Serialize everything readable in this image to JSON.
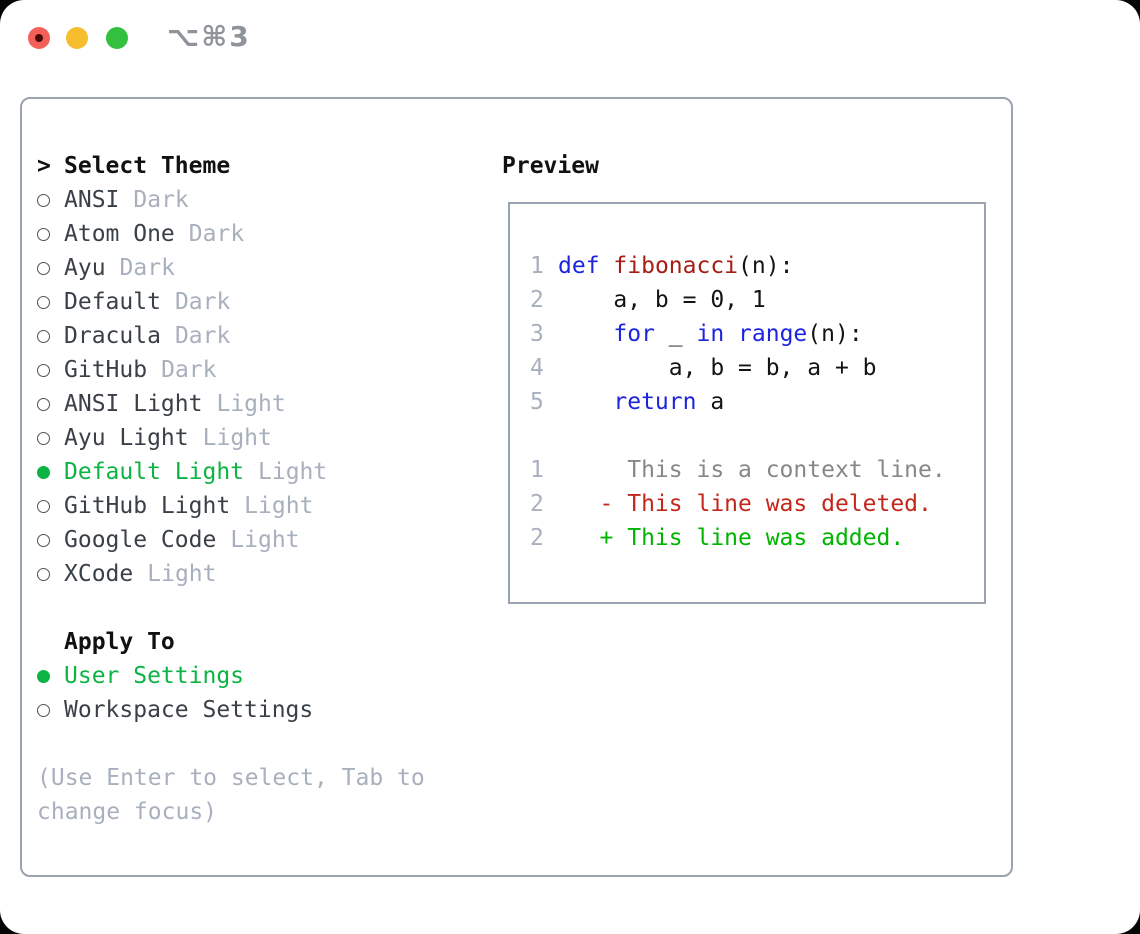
{
  "titlebar": {
    "shortcut": "⌥⌘3",
    "traffic_colors": {
      "close": "#f3605a",
      "close_dot": "#4c0a06",
      "minimize": "#f6bd2f",
      "zoom": "#33c03e"
    }
  },
  "sidebar": {
    "header_pointer": ">",
    "header": "Select Theme",
    "accent_green": "#0db343",
    "themes": [
      {
        "name": "ANSI",
        "tag": "Dark",
        "selected": false
      },
      {
        "name": "Atom One",
        "tag": "Dark",
        "selected": false
      },
      {
        "name": "Ayu",
        "tag": "Dark",
        "selected": false
      },
      {
        "name": "Default",
        "tag": "Dark",
        "selected": false
      },
      {
        "name": "Dracula",
        "tag": "Dark",
        "selected": false
      },
      {
        "name": "GitHub",
        "tag": "Dark",
        "selected": false
      },
      {
        "name": "ANSI Light",
        "tag": "Light",
        "selected": false
      },
      {
        "name": "Ayu Light",
        "tag": "Light",
        "selected": false
      },
      {
        "name": "Default Light",
        "tag": "Light",
        "selected": true
      },
      {
        "name": "GitHub Light",
        "tag": "Light",
        "selected": false
      },
      {
        "name": "Google Code",
        "tag": "Light",
        "selected": false
      },
      {
        "name": "XCode",
        "tag": "Light",
        "selected": false
      }
    ],
    "apply_to": {
      "label": "Apply To",
      "options": [
        {
          "name": "User Settings",
          "selected": true
        },
        {
          "name": "Workspace Settings",
          "selected": false
        }
      ]
    },
    "help": "(Use Enter to select, Tab to change focus)"
  },
  "preview": {
    "title": "Preview",
    "colors": {
      "keyword": "#1d24e0",
      "function": "#a61d15",
      "plain": "#141414",
      "context": "#878787",
      "deleted": "#c3271b",
      "added": "#00b400",
      "line_number": "#a8b0bd"
    },
    "lines": [
      {
        "num": "1",
        "parts": [
          [
            "kw",
            "def"
          ],
          [
            "pl",
            " "
          ],
          [
            "fn",
            "fibonacci"
          ],
          [
            "pl",
            "(n):"
          ]
        ]
      },
      {
        "num": "2",
        "parts": [
          [
            "pl",
            "    a, b = 0, 1"
          ]
        ]
      },
      {
        "num": "3",
        "parts": [
          [
            "pl",
            "    "
          ],
          [
            "kw",
            "for"
          ],
          [
            "pl",
            " _ "
          ],
          [
            "kw",
            "in"
          ],
          [
            "pl",
            " "
          ],
          [
            "kw",
            "range"
          ],
          [
            "pl",
            "(n):"
          ]
        ]
      },
      {
        "num": "4",
        "parts": [
          [
            "pl",
            "        a, b = b, a + b"
          ]
        ]
      },
      {
        "num": "5",
        "parts": [
          [
            "pl",
            "    "
          ],
          [
            "kw",
            "return"
          ],
          [
            "pl",
            " a"
          ]
        ]
      },
      {
        "blank": true
      },
      {
        "num": "1",
        "parts": [
          [
            "ctx",
            "     This is a context line."
          ]
        ]
      },
      {
        "num": "2",
        "parts": [
          [
            "del",
            "   - This line was deleted."
          ]
        ]
      },
      {
        "num": "2",
        "parts": [
          [
            "add",
            "   + This line was added."
          ]
        ]
      }
    ]
  }
}
